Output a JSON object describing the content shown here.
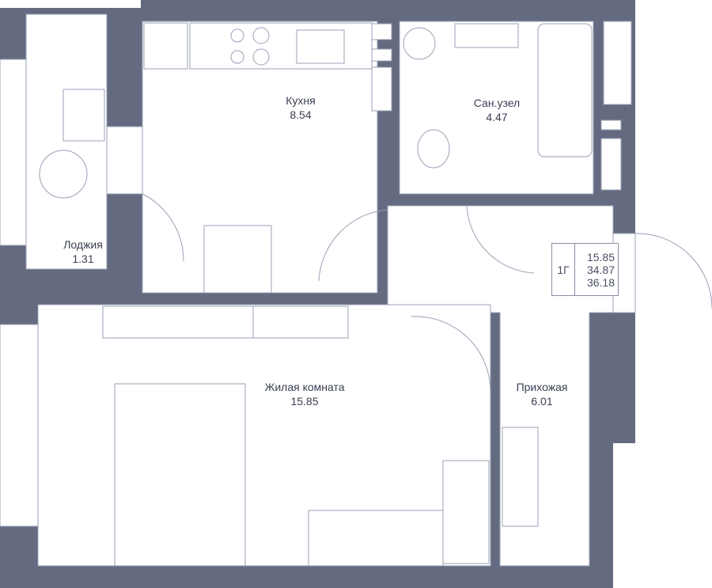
{
  "colors": {
    "wall": "#646b80",
    "line": "#9aa0b5",
    "text": "#3a3f52"
  },
  "rooms": [
    {
      "name": "Лоджия",
      "area": "1.31"
    },
    {
      "name": "Кухня",
      "area": "8.54"
    },
    {
      "name": "Сан.узел",
      "area": "4.47"
    },
    {
      "name": "Жилая комната",
      "area": "15.85"
    },
    {
      "name": "Прихожая",
      "area": "6.01"
    }
  ],
  "info": {
    "code": "1Г",
    "living_area": "15.85",
    "area": "34.87",
    "total_area": "36.18"
  }
}
